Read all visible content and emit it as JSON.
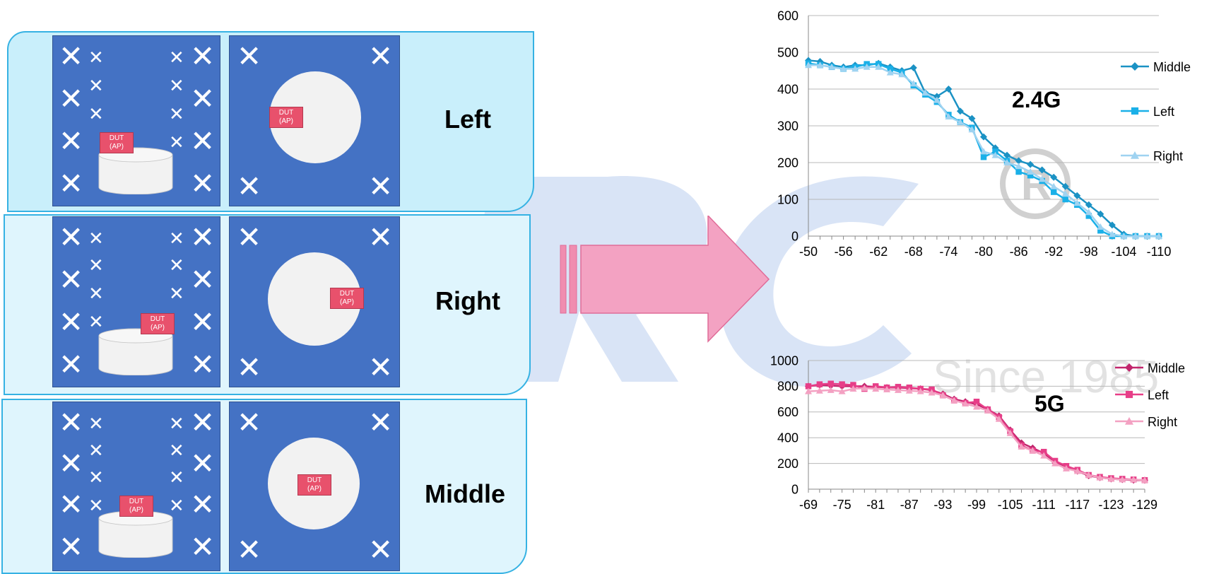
{
  "watermark": {
    "text": "Since 1985",
    "color": "#c8d6f0"
  },
  "dut": {
    "line1": "DUT",
    "line2": "(AP)"
  },
  "panels": [
    {
      "title": "Left"
    },
    {
      "title": "Right"
    },
    {
      "title": "Middle"
    }
  ],
  "colors": {
    "room": "#4472c4",
    "panel_border": "#36b2e3",
    "dut": "#e8516c",
    "arrow": "#f08db0"
  },
  "chart_data": [
    {
      "type": "line",
      "title": "2.4G",
      "x": [
        -50,
        -52,
        -54,
        -56,
        -58,
        -60,
        -62,
        -64,
        -66,
        -68,
        -70,
        -72,
        -74,
        -76,
        -78,
        -80,
        -82,
        -84,
        -86,
        -88,
        -90,
        -92,
        -94,
        -96,
        -98,
        -100,
        -102,
        -104,
        -106,
        -108,
        -110
      ],
      "xticks": [
        "-50",
        "-56",
        "-62",
        "-68",
        "-74",
        "-80",
        "-86",
        "-92",
        "-98",
        "-104",
        "-110"
      ],
      "ylim": [
        0,
        600
      ],
      "yticks": [
        0,
        100,
        200,
        300,
        400,
        500,
        600
      ],
      "legend": "right",
      "series": [
        {
          "name": "Middle",
          "marker": "diamond",
          "color": "#1b92c4",
          "values": [
            478,
            475,
            465,
            460,
            465,
            465,
            470,
            460,
            450,
            458,
            390,
            380,
            400,
            340,
            320,
            270,
            240,
            220,
            205,
            195,
            180,
            160,
            135,
            110,
            85,
            60,
            30,
            5,
            0,
            0,
            0
          ]
        },
        {
          "name": "Left",
          "marker": "square",
          "color": "#1ab0e8",
          "values": [
            470,
            465,
            460,
            455,
            460,
            468,
            468,
            455,
            445,
            410,
            385,
            365,
            330,
            310,
            295,
            215,
            230,
            205,
            175,
            165,
            150,
            120,
            100,
            85,
            55,
            15,
            0,
            0,
            0,
            0,
            0
          ]
        },
        {
          "name": "Right",
          "marker": "triangle",
          "color": "#9fd3f1",
          "values": [
            465,
            465,
            460,
            455,
            455,
            460,
            460,
            445,
            440,
            415,
            390,
            370,
            325,
            310,
            290,
            230,
            220,
            200,
            190,
            175,
            155,
            135,
            115,
            90,
            65,
            25,
            5,
            0,
            0,
            0,
            0
          ]
        }
      ]
    },
    {
      "type": "line",
      "title": "5G",
      "x": [
        -69,
        -71,
        -73,
        -75,
        -77,
        -79,
        -81,
        -83,
        -85,
        -87,
        -89,
        -91,
        -93,
        -95,
        -97,
        -99,
        -101,
        -103,
        -105,
        -107,
        -109,
        -111,
        -113,
        -115,
        -117,
        -119,
        -121,
        -123,
        -125,
        -127,
        -129
      ],
      "xticks": [
        "-69",
        "-75",
        "-81",
        "-87",
        "-93",
        "-99",
        "-105",
        "-111",
        "-117",
        "-123",
        "-129"
      ],
      "ylim": [
        0,
        1000
      ],
      "yticks": [
        0,
        200,
        400,
        600,
        800,
        1000
      ],
      "legend": "right",
      "series": [
        {
          "name": "Middle",
          "marker": "diamond",
          "color": "#c2266d",
          "values": [
            800,
            810,
            805,
            800,
            800,
            800,
            795,
            790,
            790,
            785,
            780,
            770,
            740,
            700,
            680,
            660,
            620,
            570,
            460,
            360,
            320,
            280,
            210,
            170,
            140,
            105,
            90,
            80,
            75,
            70,
            70
          ]
        },
        {
          "name": "Left",
          "marker": "square",
          "color": "#e73e88",
          "values": [
            800,
            815,
            820,
            815,
            810,
            780,
            800,
            790,
            795,
            790,
            780,
            775,
            730,
            690,
            670,
            680,
            620,
            560,
            450,
            340,
            300,
            290,
            220,
            180,
            150,
            110,
            95,
            85,
            80,
            75,
            70
          ]
        },
        {
          "name": "Right",
          "marker": "triangle",
          "color": "#f3a1c2",
          "values": [
            760,
            765,
            770,
            760,
            780,
            785,
            780,
            775,
            770,
            765,
            760,
            750,
            730,
            690,
            665,
            640,
            610,
            545,
            435,
            330,
            300,
            260,
            200,
            160,
            140,
            110,
            90,
            80,
            75,
            75,
            70
          ]
        }
      ]
    }
  ]
}
